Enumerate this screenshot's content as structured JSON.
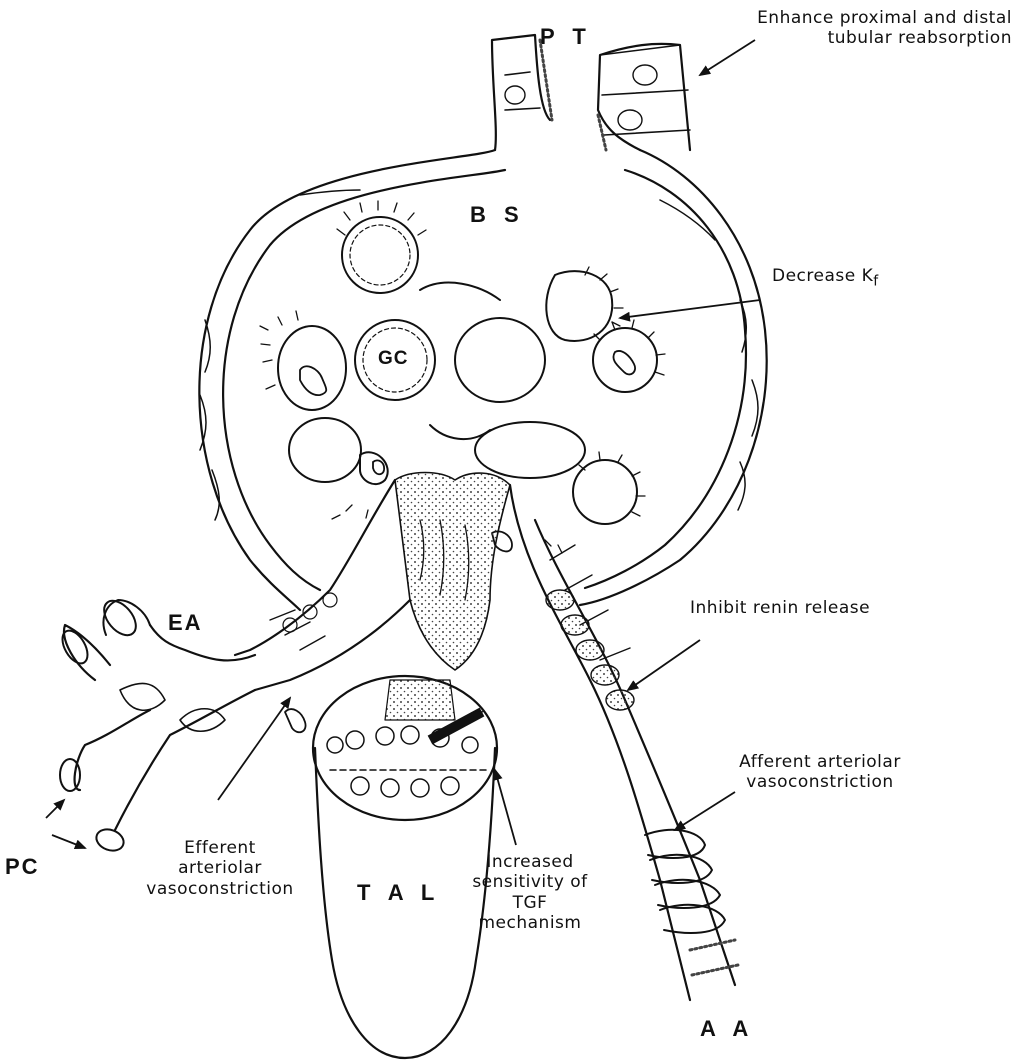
{
  "structures": {
    "pt": "P T",
    "bs": "B S",
    "gc": "GC",
    "ea": "EA",
    "pc": "PC",
    "tal": "T A L",
    "aa": "A A"
  },
  "annotations": {
    "tubular_line1": "Enhance proximal and distal",
    "tubular_line2": "tubular reabsorption",
    "kf_text": "Decrease K",
    "kf_sub": "f",
    "renin": "Inhibit renin release",
    "afferent_line1": "Afferent arteriolar",
    "afferent_line2": "vasoconstriction",
    "efferent_line1": "Efferent",
    "efferent_line2": "arteriolar",
    "efferent_line3": "vasoconstriction",
    "tgf_line1": "Increased",
    "tgf_line2": "sensitivity of",
    "tgf_line3": "TGF",
    "tgf_line4": "mechanism"
  },
  "colors": {
    "ink": "#111111",
    "stipple": "#444444",
    "paper": "#ffffff"
  }
}
